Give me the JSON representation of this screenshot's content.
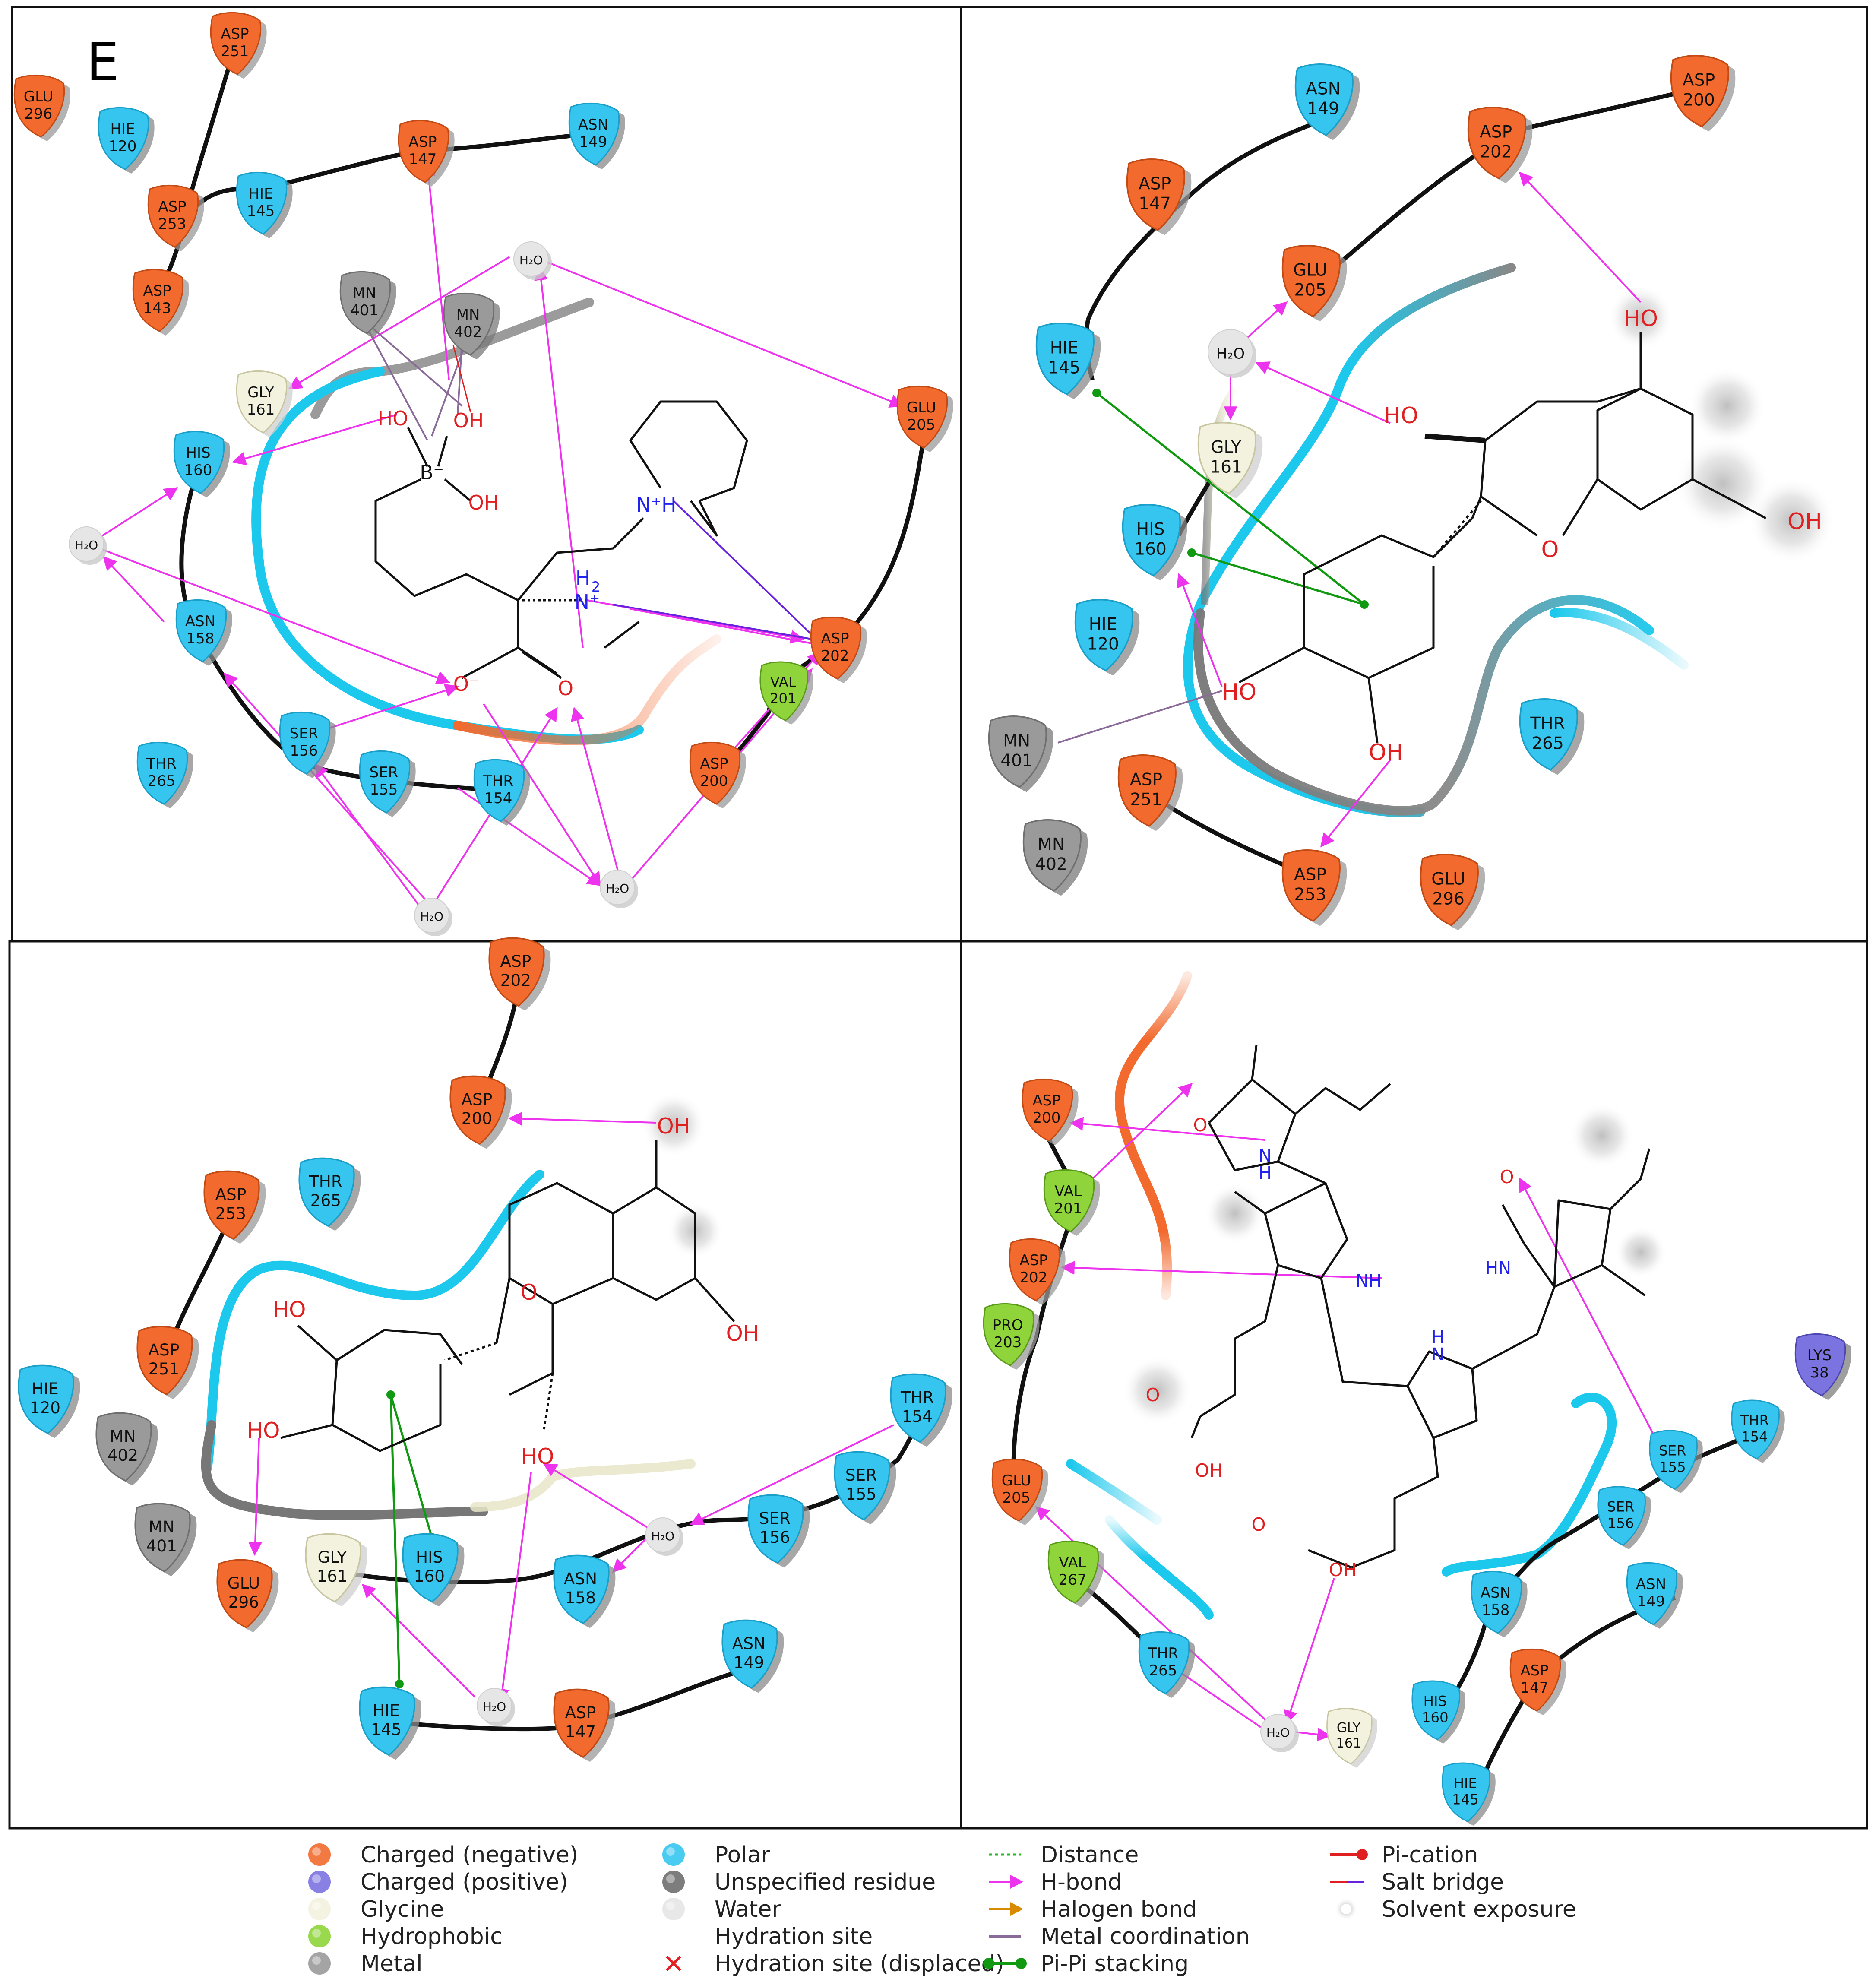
{
  "figure_label": "E",
  "colors": {
    "negative": "#f26a2e",
    "positive": "#7b73e0",
    "glycine": "#f3f2de",
    "hydrophobic": "#8fd43a",
    "metal": "#9a9a9a",
    "polar": "#36c5ee",
    "water": "#e6e6e6",
    "hbond": "#ee33ee",
    "pipi": "#119911",
    "metalcoord": "#8a6a99",
    "saltbridge": "#6622dd",
    "pocket_blue": "#1cc8ec",
    "pocket_orange": "#f26a2e",
    "pocket_gray": "#777777"
  },
  "panels": [
    {
      "residues": [
        {
          "name": "ASP",
          "num": "251",
          "type": "negative"
        },
        {
          "name": "GLU",
          "num": "296",
          "type": "negative"
        },
        {
          "name": "HIE",
          "num": "120",
          "type": "polar"
        },
        {
          "name": "ASP",
          "num": "253",
          "type": "negative"
        },
        {
          "name": "HIE",
          "num": "145",
          "type": "polar"
        },
        {
          "name": "ASP",
          "num": "147",
          "type": "negative"
        },
        {
          "name": "ASN",
          "num": "149",
          "type": "polar"
        },
        {
          "name": "ASP",
          "num": "143",
          "type": "negative"
        },
        {
          "name": "MN",
          "num": "401",
          "type": "metal"
        },
        {
          "name": "MN",
          "num": "402",
          "type": "metal"
        },
        {
          "name": "GLY",
          "num": "161",
          "type": "glycine"
        },
        {
          "name": "HIS",
          "num": "160",
          "type": "polar"
        },
        {
          "name": "GLU",
          "num": "205",
          "type": "negative"
        },
        {
          "name": "ASN",
          "num": "158",
          "type": "polar"
        },
        {
          "name": "ASP",
          "num": "202",
          "type": "negative"
        },
        {
          "name": "VAL",
          "num": "201",
          "type": "hydrophobic"
        },
        {
          "name": "THR",
          "num": "265",
          "type": "polar"
        },
        {
          "name": "SER",
          "num": "156",
          "type": "polar"
        },
        {
          "name": "SER",
          "num": "155",
          "type": "polar"
        },
        {
          "name": "THR",
          "num": "154",
          "type": "polar"
        },
        {
          "name": "ASP",
          "num": "200",
          "type": "negative"
        }
      ],
      "waters": [
        "H₂O",
        "H₂O",
        "H₂O",
        "H₂O"
      ],
      "atoms": [
        "HO",
        "OH",
        "OH",
        "B⁻",
        "N⁺H",
        "H",
        "2",
        "N⁺",
        "O⁻",
        "O"
      ]
    },
    {
      "residues": [
        {
          "name": "ASN",
          "num": "149",
          "type": "polar"
        },
        {
          "name": "ASP",
          "num": "200",
          "type": "negative"
        },
        {
          "name": "ASP",
          "num": "202",
          "type": "negative"
        },
        {
          "name": "ASP",
          "num": "147",
          "type": "negative"
        },
        {
          "name": "GLU",
          "num": "205",
          "type": "negative"
        },
        {
          "name": "HIE",
          "num": "145",
          "type": "polar"
        },
        {
          "name": "GLY",
          "num": "161",
          "type": "glycine"
        },
        {
          "name": "HIS",
          "num": "160",
          "type": "polar"
        },
        {
          "name": "HIE",
          "num": "120",
          "type": "polar"
        },
        {
          "name": "MN",
          "num": "401",
          "type": "metal"
        },
        {
          "name": "MN",
          "num": "402",
          "type": "metal"
        },
        {
          "name": "ASP",
          "num": "251",
          "type": "negative"
        },
        {
          "name": "ASP",
          "num": "253",
          "type": "negative"
        },
        {
          "name": "GLU",
          "num": "296",
          "type": "negative"
        },
        {
          "name": "THR",
          "num": "265",
          "type": "polar"
        }
      ],
      "waters": [
        "H₂O"
      ],
      "atoms": [
        "HO",
        "HO",
        "OH",
        "O",
        "HO",
        "OH"
      ]
    },
    {
      "residues": [
        {
          "name": "ASP",
          "num": "202",
          "type": "negative"
        },
        {
          "name": "ASP",
          "num": "200",
          "type": "negative"
        },
        {
          "name": "THR",
          "num": "265",
          "type": "polar"
        },
        {
          "name": "ASP",
          "num": "253",
          "type": "negative"
        },
        {
          "name": "ASP",
          "num": "251",
          "type": "negative"
        },
        {
          "name": "HIE",
          "num": "120",
          "type": "polar"
        },
        {
          "name": "MN",
          "num": "402",
          "type": "metal"
        },
        {
          "name": "MN",
          "num": "401",
          "type": "metal"
        },
        {
          "name": "GLU",
          "num": "296",
          "type": "negative"
        },
        {
          "name": "GLY",
          "num": "161",
          "type": "glycine"
        },
        {
          "name": "HIS",
          "num": "160",
          "type": "polar"
        },
        {
          "name": "HIE",
          "num": "145",
          "type": "polar"
        },
        {
          "name": "ASP",
          "num": "147",
          "type": "negative"
        },
        {
          "name": "ASN",
          "num": "149",
          "type": "polar"
        },
        {
          "name": "ASN",
          "num": "158",
          "type": "polar"
        },
        {
          "name": "SER",
          "num": "156",
          "type": "polar"
        },
        {
          "name": "SER",
          "num": "155",
          "type": "polar"
        },
        {
          "name": "THR",
          "num": "154",
          "type": "polar"
        }
      ],
      "waters": [
        "H₂O",
        "H₂O"
      ],
      "atoms": [
        "OH",
        "O",
        "OH",
        "HO",
        "HO",
        "HO"
      ]
    },
    {
      "residues": [
        {
          "name": "ASP",
          "num": "200",
          "type": "negative"
        },
        {
          "name": "VAL",
          "num": "201",
          "type": "hydrophobic"
        },
        {
          "name": "ASP",
          "num": "202",
          "type": "negative"
        },
        {
          "name": "PRO",
          "num": "203",
          "type": "hydrophobic"
        },
        {
          "name": "GLU",
          "num": "205",
          "type": "negative"
        },
        {
          "name": "VAL",
          "num": "267",
          "type": "hydrophobic"
        },
        {
          "name": "THR",
          "num": "265",
          "type": "polar"
        },
        {
          "name": "GLY",
          "num": "161",
          "type": "glycine"
        },
        {
          "name": "HIS",
          "num": "160",
          "type": "polar"
        },
        {
          "name": "ASN",
          "num": "158",
          "type": "polar"
        },
        {
          "name": "SER",
          "num": "156",
          "type": "polar"
        },
        {
          "name": "SER",
          "num": "155",
          "type": "polar"
        },
        {
          "name": "THR",
          "num": "154",
          "type": "polar"
        },
        {
          "name": "ASN",
          "num": "149",
          "type": "polar"
        },
        {
          "name": "ASP",
          "num": "147",
          "type": "negative"
        },
        {
          "name": "HIE",
          "num": "145",
          "type": "polar"
        },
        {
          "name": "LYS",
          "num": "38",
          "type": "positive"
        }
      ],
      "waters": [
        "H₂O"
      ],
      "atoms": [
        "O",
        "N",
        "H",
        "NH",
        "HN",
        "O",
        "H",
        "N",
        "O",
        "OH",
        "O",
        "OH"
      ]
    }
  ],
  "legend": {
    "residue_types": [
      {
        "label": "Charged (negative)",
        "color": "#f26a2e"
      },
      {
        "label": "Charged (positive)",
        "color": "#7b73e0"
      },
      {
        "label": "Glycine",
        "color": "#f3f2de"
      },
      {
        "label": "Hydrophobic",
        "color": "#8fd43a"
      },
      {
        "label": "Metal",
        "color": "#9a9a9a"
      },
      {
        "label": "Polar",
        "color": "#36c5ee"
      },
      {
        "label": "Unspecified residue",
        "color": "#6f6f6f"
      },
      {
        "label": "Water",
        "color": "#e6e6e6"
      },
      {
        "label": "Hydration site",
        "color": ""
      },
      {
        "label": "Hydration site (displaced)",
        "color": "#e02020"
      }
    ],
    "interactions": [
      {
        "label": "Distance",
        "color": "#22bb22"
      },
      {
        "label": "H-bond",
        "color": "#ee33ee"
      },
      {
        "label": "Halogen bond",
        "color": "#d98a00"
      },
      {
        "label": "Metal coordination",
        "color": "#8a6a99"
      },
      {
        "label": "Pi-Pi stacking",
        "color": "#119911"
      },
      {
        "label": "Pi-cation",
        "color": "#e02020"
      },
      {
        "label": "Salt bridge",
        "color": "#6622dd"
      },
      {
        "label": "Solvent exposure",
        "color": "#cccccc"
      }
    ]
  }
}
